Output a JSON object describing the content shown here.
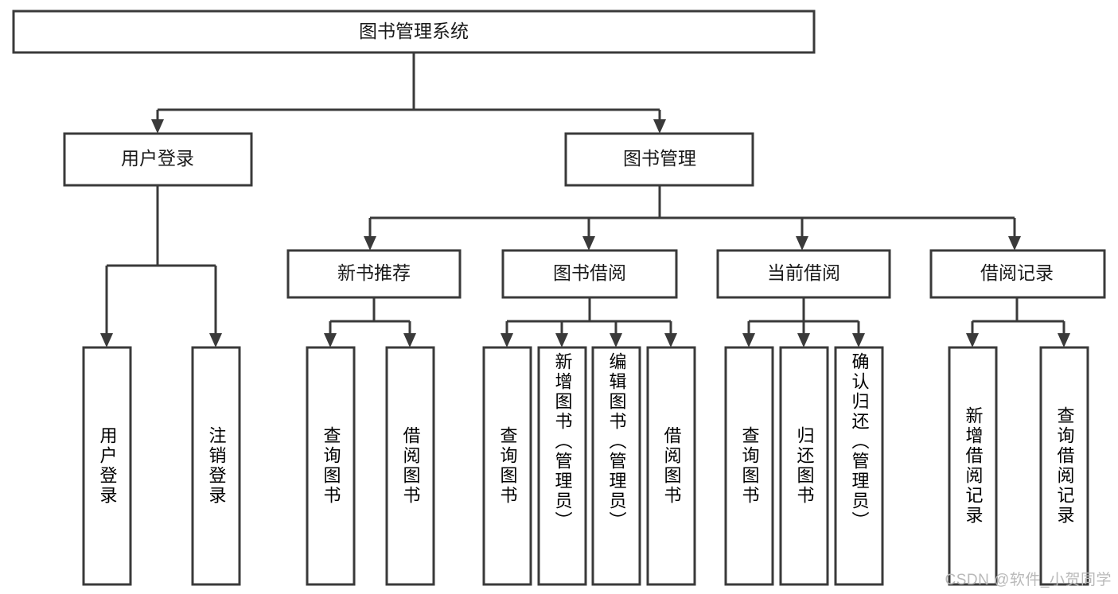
{
  "diagram": {
    "type": "tree-hierarchy",
    "title": "图书管理系统",
    "watermark": "CSDN @软件_小贺同学",
    "colors": {
      "stroke": "#3a3a3a",
      "fill": "#ffffff",
      "text": "#1a1a1a",
      "watermark": "#b9b9b9",
      "background": "#ffffff"
    },
    "nodes": {
      "root": {
        "label": "图书管理系统",
        "level": 1,
        "orientation": "horizontal"
      },
      "user_login": {
        "label": "用户登录",
        "level": 2,
        "orientation": "horizontal"
      },
      "book_manage": {
        "label": "图书管理",
        "level": 2,
        "orientation": "horizontal"
      },
      "new_book_rec": {
        "label": "新书推荐",
        "level": 3,
        "orientation": "horizontal"
      },
      "book_borrow": {
        "label": "图书借阅",
        "level": 3,
        "orientation": "horizontal"
      },
      "current_borrow": {
        "label": "当前借阅",
        "level": 3,
        "orientation": "horizontal"
      },
      "borrow_record": {
        "label": "借阅记录",
        "level": 3,
        "orientation": "horizontal"
      },
      "leaf_user_login": {
        "label": "用户登录",
        "level": 4,
        "orientation": "vertical"
      },
      "leaf_logout": {
        "label": "注销登录",
        "level": 4,
        "orientation": "vertical"
      },
      "leaf_query_book_1": {
        "label": "查询图书",
        "level": 4,
        "orientation": "vertical"
      },
      "leaf_borrow_book_1": {
        "label": "借阅图书",
        "level": 4,
        "orientation": "vertical"
      },
      "leaf_query_book_2": {
        "label": "查询图书",
        "level": 4,
        "orientation": "vertical"
      },
      "leaf_add_book": {
        "label": "新增图书（管理员）",
        "level": 4,
        "orientation": "vertical"
      },
      "leaf_edit_book": {
        "label": "编辑图书（管理员）",
        "level": 4,
        "orientation": "vertical"
      },
      "leaf_borrow_book_2": {
        "label": "借阅图书",
        "level": 4,
        "orientation": "vertical"
      },
      "leaf_query_book_3": {
        "label": "查询图书",
        "level": 4,
        "orientation": "vertical"
      },
      "leaf_return_book": {
        "label": "归还图书",
        "level": 4,
        "orientation": "vertical"
      },
      "leaf_confirm_return": {
        "label": "确认归还（管理员）",
        "level": 4,
        "orientation": "vertical"
      },
      "leaf_add_record": {
        "label": "新增借阅记录",
        "level": 4,
        "orientation": "vertical"
      },
      "leaf_query_record": {
        "label": "查询借阅记录",
        "level": 4,
        "orientation": "vertical"
      }
    },
    "edges": [
      {
        "from": "root",
        "to": "user_login"
      },
      {
        "from": "root",
        "to": "book_manage"
      },
      {
        "from": "user_login",
        "to": "leaf_user_login"
      },
      {
        "from": "user_login",
        "to": "leaf_logout"
      },
      {
        "from": "book_manage",
        "to": "new_book_rec"
      },
      {
        "from": "book_manage",
        "to": "book_borrow"
      },
      {
        "from": "book_manage",
        "to": "current_borrow"
      },
      {
        "from": "book_manage",
        "to": "borrow_record"
      },
      {
        "from": "new_book_rec",
        "to": "leaf_query_book_1"
      },
      {
        "from": "new_book_rec",
        "to": "leaf_borrow_book_1"
      },
      {
        "from": "book_borrow",
        "to": "leaf_query_book_2"
      },
      {
        "from": "book_borrow",
        "to": "leaf_add_book"
      },
      {
        "from": "book_borrow",
        "to": "leaf_edit_book"
      },
      {
        "from": "book_borrow",
        "to": "leaf_borrow_book_2"
      },
      {
        "from": "current_borrow",
        "to": "leaf_query_book_3"
      },
      {
        "from": "current_borrow",
        "to": "leaf_return_book"
      },
      {
        "from": "current_borrow",
        "to": "leaf_confirm_return"
      },
      {
        "from": "borrow_record",
        "to": "leaf_add_record"
      },
      {
        "from": "borrow_record",
        "to": "leaf_query_record"
      }
    ]
  }
}
